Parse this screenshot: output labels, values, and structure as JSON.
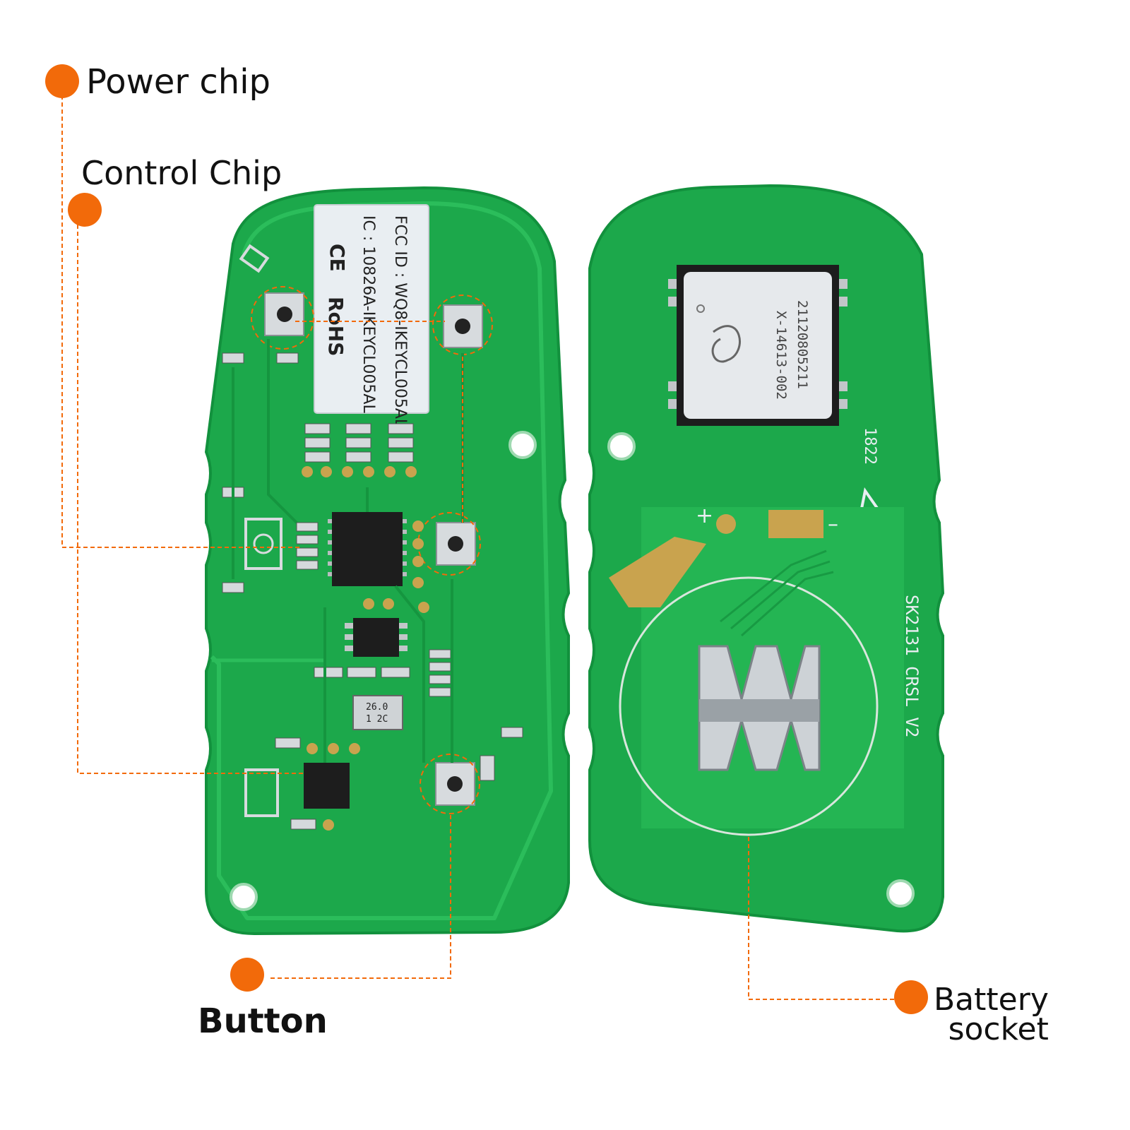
{
  "colors": {
    "accent": "#f26a0a",
    "pcb_green": "#1ca84b",
    "pcb_edge": "#0f8a38",
    "label_white": "#e9eef2",
    "gold": "#c9a34e",
    "chip_black": "#1d1d1d"
  },
  "callouts": {
    "power_chip": "Power chip",
    "control_chip": "Control Chip",
    "button": "Button",
    "battery_socket_line1": "Battery",
    "battery_socket_line2": "socket"
  },
  "front_board": {
    "fcc_label": "FCC ID : WQ8-IKEYCL005AL",
    "ic_label": "IC :  10826A-IKEYCL005AL",
    "ce_mark": "CE",
    "rohs_mark": "RoHS",
    "crystal_line1": "26.0",
    "crystal_line2": "1 2C"
  },
  "back_board": {
    "chip_code_line1": "X-14613-002",
    "chip_code_line2": "21120805211",
    "date_code": "1822",
    "board_name": "SK2131_CRSL_V2",
    "plus_sign": "+",
    "minus_sign": "–"
  }
}
